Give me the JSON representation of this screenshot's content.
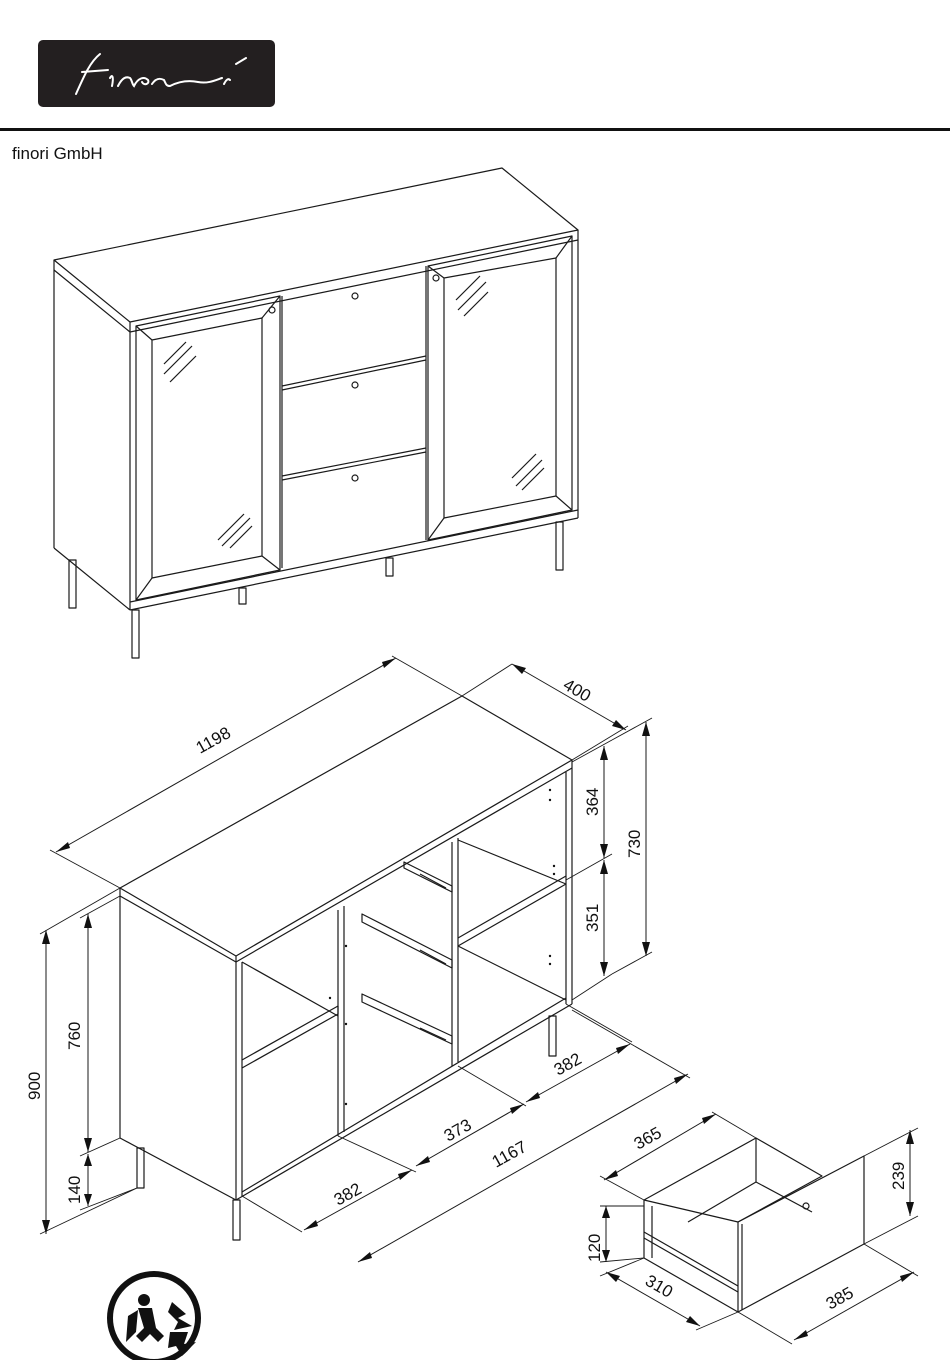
{
  "brand": {
    "logo_text": "finori"
  },
  "company": "finori GmbH",
  "dimensions": {
    "width_overall": "1198",
    "depth_overall": "400",
    "height_top_compartment": "364",
    "height_bottom_compartment": "351",
    "height_inner": "730",
    "height_total": "900",
    "height_body": "760",
    "leg_height": "140",
    "compartment_left": "382",
    "compartment_middle": "373",
    "compartment_right": "382",
    "inner_width": "1167",
    "drawer_width": "365",
    "drawer_front_height": "239",
    "drawer_side_height": "120",
    "drawer_depth_inner": "310",
    "drawer_front_width": "385"
  },
  "icons": [
    "finori-logo",
    "recycling-icon"
  ]
}
